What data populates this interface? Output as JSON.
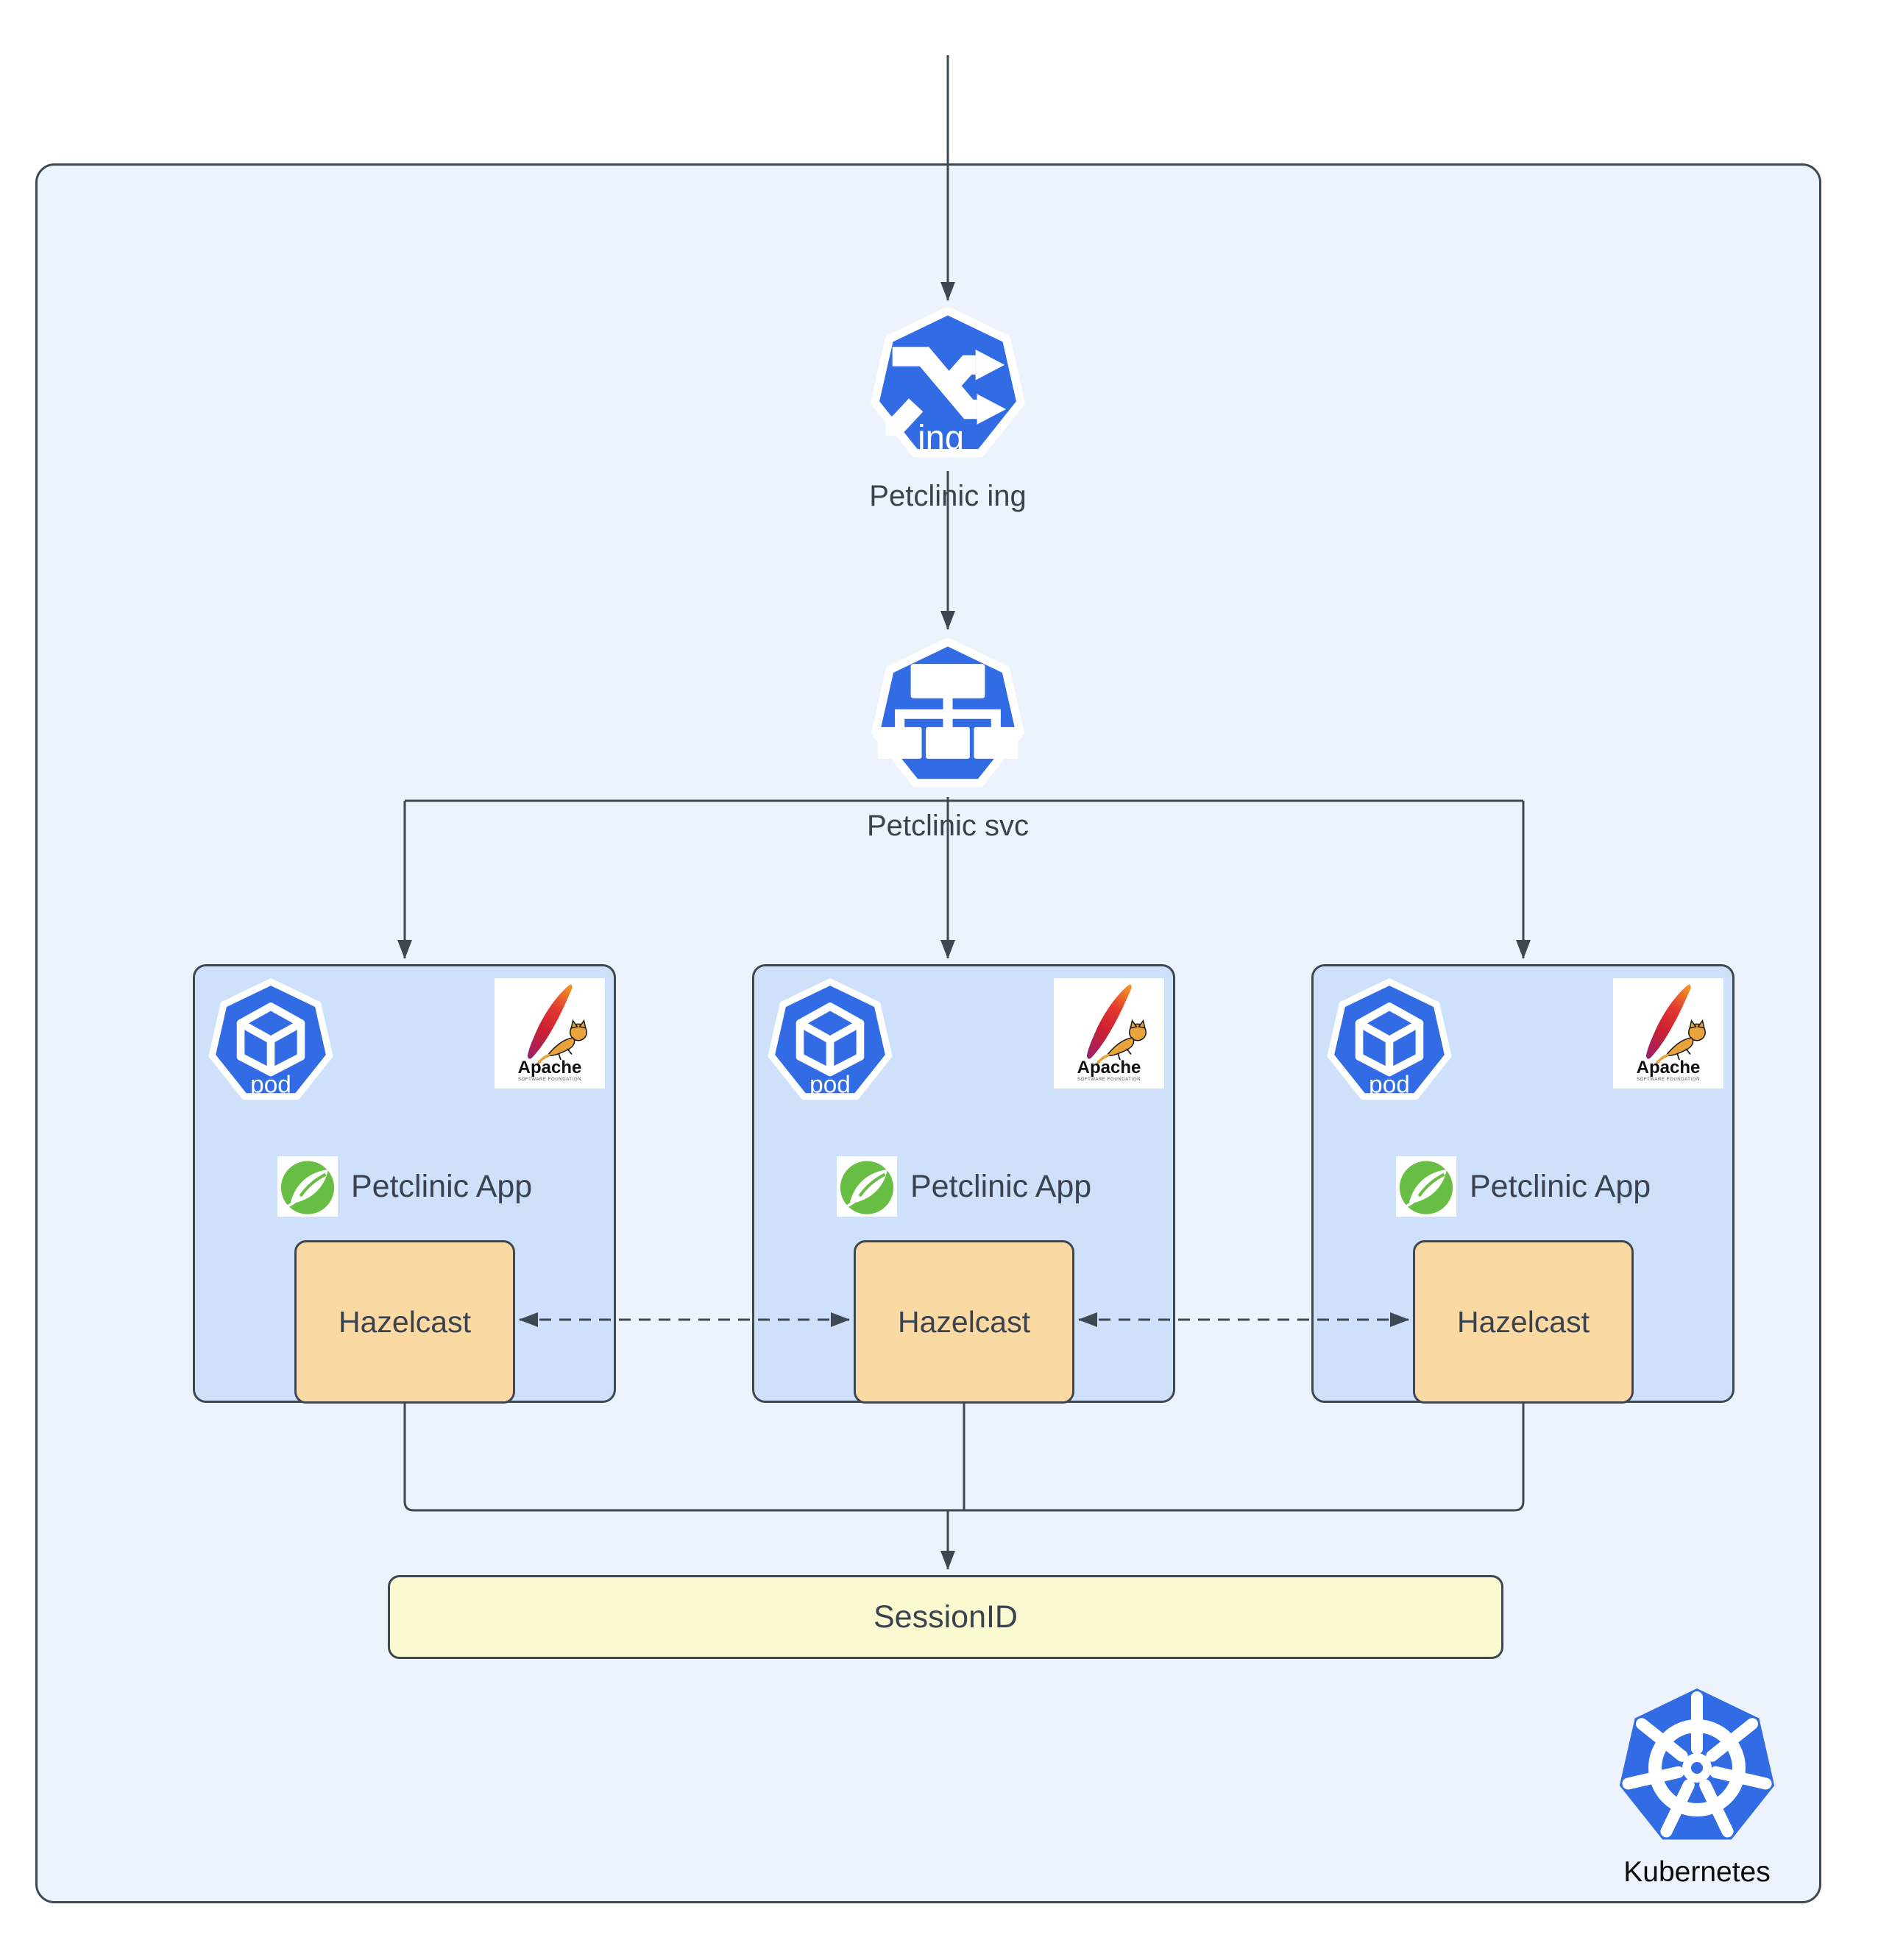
{
  "diagram": {
    "ingress": {
      "label": "Petclinic ing",
      "badge": "ing"
    },
    "service": {
      "label": "Petclinic svc"
    },
    "pods": [
      {
        "badge": "pod",
        "app": "Petclinic App",
        "cache": "Hazelcast"
      },
      {
        "badge": "pod",
        "app": "Petclinic App",
        "cache": "Hazelcast"
      },
      {
        "badge": "pod",
        "app": "Petclinic App",
        "cache": "Hazelcast"
      }
    ],
    "apache": {
      "title": "Apache",
      "subtitle": "SOFTWARE FOUNDATION"
    },
    "session": {
      "label": "SessionID"
    },
    "platform": {
      "label": "Kubernetes"
    }
  },
  "colors": {
    "k8s_blue": "#326CE5",
    "line": "#3E4852",
    "label": "#39424E",
    "outer_fill": "#ECF3FD",
    "pod_fill": "#CFE1FA",
    "hazelcast_fill": "#FBD9A2",
    "session_fill": "#FBF9CF",
    "spring_green": "#68BD43",
    "tomcat_orange": "#E8A33D",
    "feather_top": "#F69923",
    "feather_mid": "#CD2032",
    "feather_bottom": "#9E2064"
  }
}
